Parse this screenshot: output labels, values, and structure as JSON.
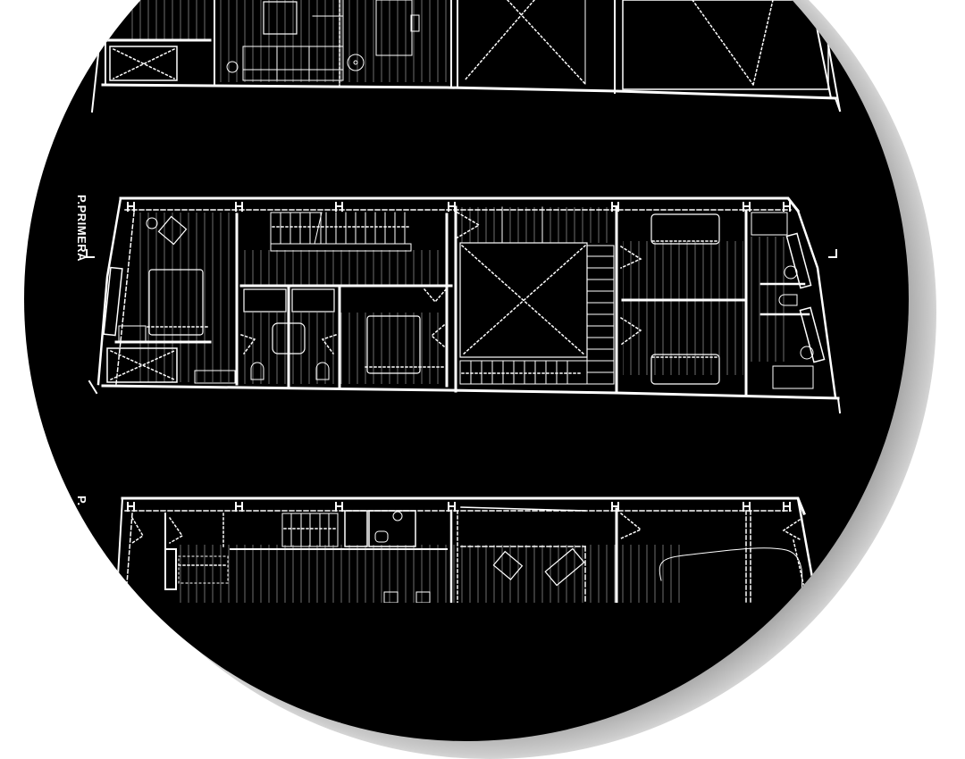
{
  "figure": {
    "type": "architectural floor plans",
    "background": "#ffffff",
    "disc_color": "#000000",
    "line_color": "#ffffff",
    "shadow_color": "#a9a9a9"
  },
  "plans": [
    {
      "id": "upper",
      "label": "",
      "visible": "partial (cropped at top)"
    },
    {
      "id": "middle",
      "label": "P.PRIMERA",
      "visible": "full"
    },
    {
      "id": "lower",
      "label": "P.",
      "visible": "partial (cropped at bottom)"
    }
  ]
}
